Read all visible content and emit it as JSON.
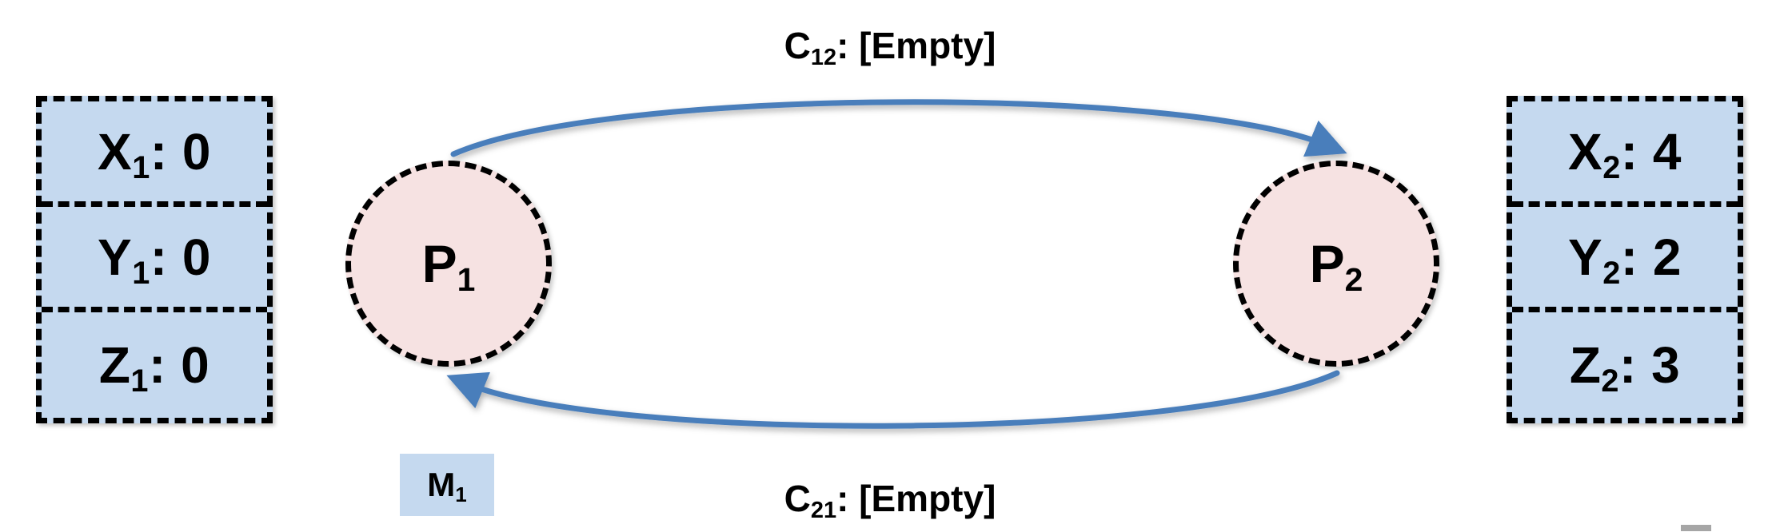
{
  "diagram": {
    "title": "Distributed system with two processes and two channels",
    "colors": {
      "state_fill": "#c5d9ef",
      "process_fill": "#f6e2e2",
      "arrow": "#4a7ebb",
      "border": "#000000",
      "message_fill": "#c5d9ef"
    }
  },
  "state_tables": [
    {
      "id": "left",
      "rows": [
        {
          "variable": "X",
          "index": "1",
          "value": "0",
          "text": "X1: 0"
        },
        {
          "variable": "Y",
          "index": "1",
          "value": "0",
          "text": "Y1: 0"
        },
        {
          "variable": "Z",
          "index": "1",
          "value": "0",
          "text": "Z1: 0"
        }
      ]
    },
    {
      "id": "right",
      "rows": [
        {
          "variable": "X",
          "index": "2",
          "value": "4",
          "text": "X2: 4"
        },
        {
          "variable": "Y",
          "index": "2",
          "value": "2",
          "text": "Y2: 2"
        },
        {
          "variable": "Z",
          "index": "2",
          "value": "3",
          "text": "Z2: 3"
        }
      ]
    }
  ],
  "processes": [
    {
      "id": "p1",
      "letter": "P",
      "index": "1",
      "text": "P1"
    },
    {
      "id": "p2",
      "letter": "P",
      "index": "2",
      "text": "P2"
    }
  ],
  "channels": [
    {
      "id": "c12",
      "name": "C",
      "index": "12",
      "contents": ": [Empty]",
      "text": "C12: [Empty]",
      "direction": "p1-to-p2"
    },
    {
      "id": "c21",
      "name": "C",
      "index": "21",
      "contents": ": [Empty]",
      "text": "C21: [Empty]",
      "direction": "p2-to-p1"
    }
  ],
  "message": {
    "letter": "M",
    "index": "1",
    "text": "M1"
  }
}
